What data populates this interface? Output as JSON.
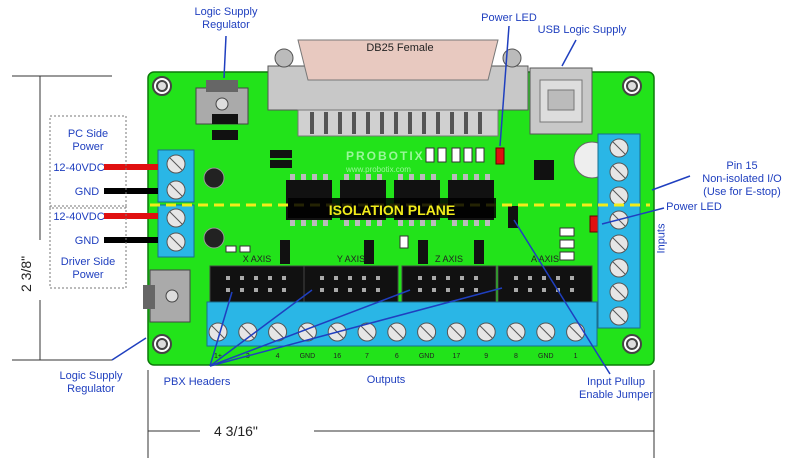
{
  "labels": {
    "logic_supply_regulator_top": "Logic Supply\nRegulator",
    "db25_female": "DB25 Female",
    "power_led_top": "Power LED",
    "usb_logic_supply": "USB Logic Supply",
    "pc_side_power": "PC Side\nPower",
    "vdc_top": "12-40VDC",
    "gnd_top": "GND",
    "vdc_bottom": "12-40VDC",
    "gnd_bottom": "GND",
    "driver_side_power": "Driver Side\nPower",
    "pin15": "Pin 15\nNon-isolated I/O\n(Use for E-stop)",
    "power_led_right": "Power LED",
    "inputs": "Inputs",
    "logic_supply_regulator_bottom": "Logic Supply\nRegulator",
    "pbx_headers": "PBX Headers",
    "outputs": "Outputs",
    "input_pullup": "Input Pullup\nEnable Jumper",
    "isolation_plane": "ISOLATION PLANE",
    "dim_height": "2 3/8\"",
    "dim_width": "4 3/16\""
  },
  "board": {
    "brand": "PROBOTIX",
    "url": "www.probotix.com",
    "axis_labels": [
      "X AXIS",
      "Y AXIS",
      "Z AXIS",
      "A AXIS"
    ],
    "output_terminal_labels": [
      "1+",
      "3",
      "4",
      "GND",
      "16",
      "7",
      "6",
      "GND",
      "17",
      "9",
      "8",
      "GND",
      "1"
    ]
  },
  "colors": {
    "pcb": "#22e31a",
    "terminal": "#2ab6e6",
    "label_blue": "#1f3fbf",
    "isolation_line": "#f2ec1b",
    "wire_red": "#e01010",
    "wire_black": "#000000"
  }
}
